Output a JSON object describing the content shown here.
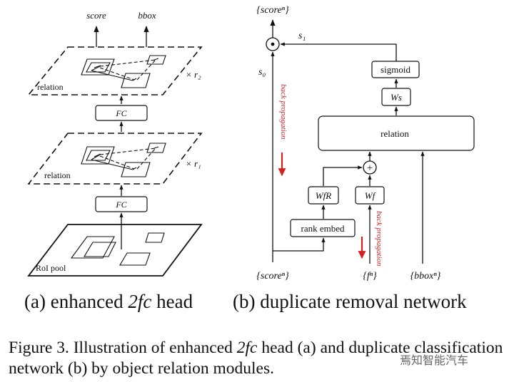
{
  "panel_a": {
    "score": "score",
    "bbox": "bbox",
    "relation_top": "relation",
    "relation_mid": "relation",
    "repeat_top": "× r₂",
    "repeat_mid": "× r₁",
    "fc_top": "FC",
    "fc_bottom": "FC",
    "roi_pool": "RoI pool"
  },
  "panel_b": {
    "score_out": "{scoreⁿ}",
    "s1": "s₁",
    "s0": "s₀",
    "dot": "⊙",
    "sigmoid": "sigmoid",
    "ws": "Ws",
    "relation": "relation",
    "plus": "+",
    "wfr": "WfR",
    "wf": "Wf",
    "rank_embed": "rank embed",
    "back_prop_1": "back propagation",
    "back_prop_2": "back propagation",
    "score_in": "{scoreⁿ}",
    "f_in": "{fⁿ}",
    "bbox_in": "{bboxⁿ}"
  },
  "subcaptions": {
    "a_prefix": "(a) enhanced ",
    "a_italic": "2fc",
    "a_suffix": " head",
    "b": "(b) duplicate removal network"
  },
  "caption": {
    "part1": "Figure 3. Illustration of enhanced ",
    "italic": "2fc",
    "part2": " head (a) and duplicate classification network (b) by object relation modules."
  },
  "watermark": "焉知智能汽车",
  "colors": {
    "back_prop_arrow": "#d42020",
    "line": "#111111"
  }
}
